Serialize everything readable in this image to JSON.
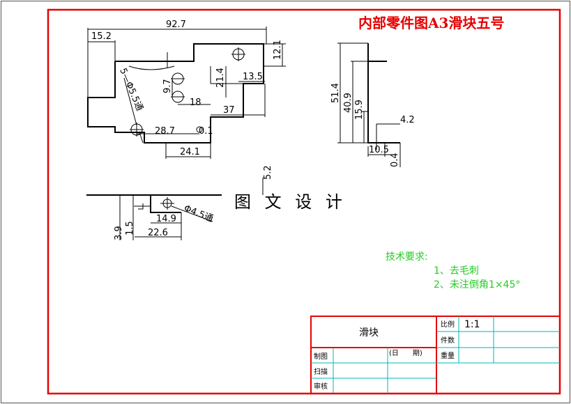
{
  "title": "内部零件图A3滑块五号",
  "watermark": "图 文 设 计",
  "dimensions": {
    "d_92_7": "92.7",
    "d_15_2": "15.2",
    "d_12_1": "12.1",
    "d_21_4": "21.4",
    "d_13_5": "13.5",
    "d_9_7": "9.7",
    "d_18": "18",
    "d_37": "37",
    "d_holes": "5—Φ5.5通",
    "d_28_7": "28.7",
    "d_0_1": "0.1",
    "d_24_1": "24.1",
    "d_51_4": "51.4",
    "d_40_9": "40.9",
    "d_15_9": "15.9",
    "d_4_2": "4.2",
    "d_10_5": "10.5",
    "d_0_4": "0.4",
    "d_5_2": "5.2",
    "d_3_9": "3.9",
    "d_1_5": "1.5",
    "d_14_9": "14.9",
    "d_22_6": "22.6",
    "d_hole_small": "Φ4.5通"
  },
  "notes": {
    "heading": "技术要求:",
    "item1": "1、去毛刺",
    "item2": "2、未注倒角1×45°"
  },
  "title_block": {
    "part_name": "滑块",
    "scale_label": "比例",
    "scale_value": "1:1",
    "count_label": "件数",
    "weight_label": "重量",
    "drawn_label": "制图",
    "date_label": "(日　　期)",
    "scan_label": "扫描",
    "review_label": "审核"
  }
}
